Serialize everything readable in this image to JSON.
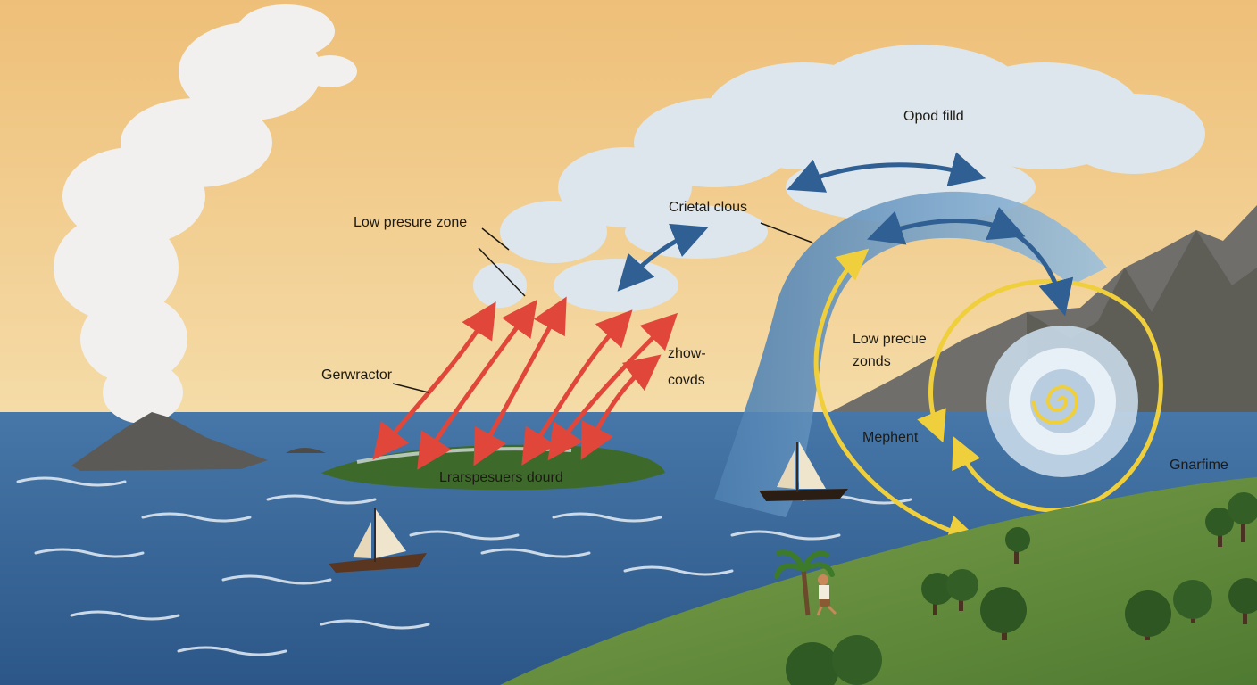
{
  "labels": {
    "low_pressure_zone": "Low presure zone",
    "gerwractor": "Gerwractor",
    "zhow_covds": "zhow-\ncovds",
    "crietal_clous": "Crietal clous",
    "opod_filld": "Opod filld",
    "low_precue_zonds": "Low precue\nzonds",
    "mephent": "Mephent",
    "gnarfime": "Gnarfime",
    "island": "Lrarspesuers dourd"
  },
  "colors": {
    "sky_top": "#eebf78",
    "sky_bottom": "#f3d9a6",
    "sea": "#2f5f93",
    "land": "#5f8a3a",
    "updraft_arrow": "#e0473a",
    "circulation_arrow": "#2f5f93",
    "spiral": "#f0cf3c",
    "cloud": "#dce8f2"
  }
}
